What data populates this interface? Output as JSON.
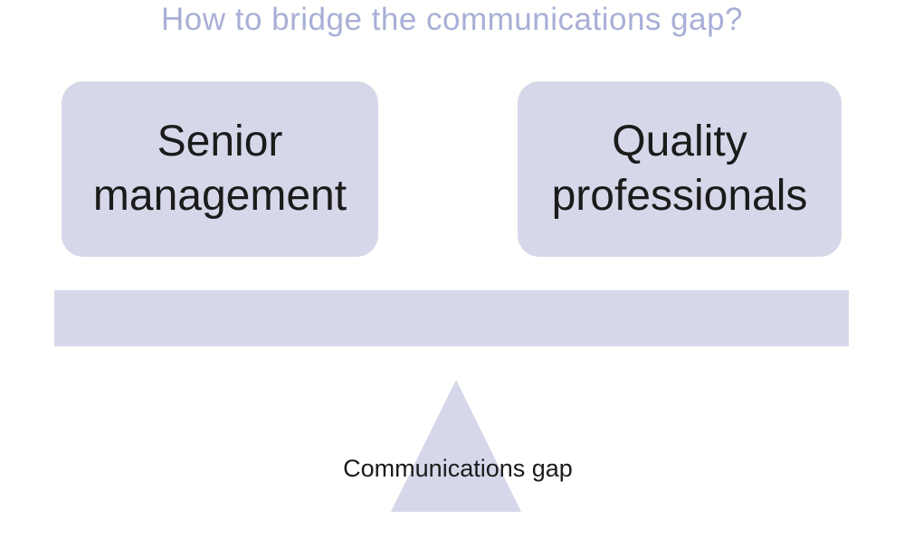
{
  "slide": {
    "title": "How to bridge the communications gap?",
    "boxes": [
      {
        "label": "Senior management"
      },
      {
        "label": "Quality professionals"
      }
    ],
    "gap_label": "Communications gap"
  },
  "icons": {
    "gap_triangle": "triangle-shape"
  },
  "colors": {
    "background": "#fffffd",
    "shape_fill": "#d6d8ea",
    "title_text": "#a8afd7",
    "box_text": "#1b1b1b"
  }
}
